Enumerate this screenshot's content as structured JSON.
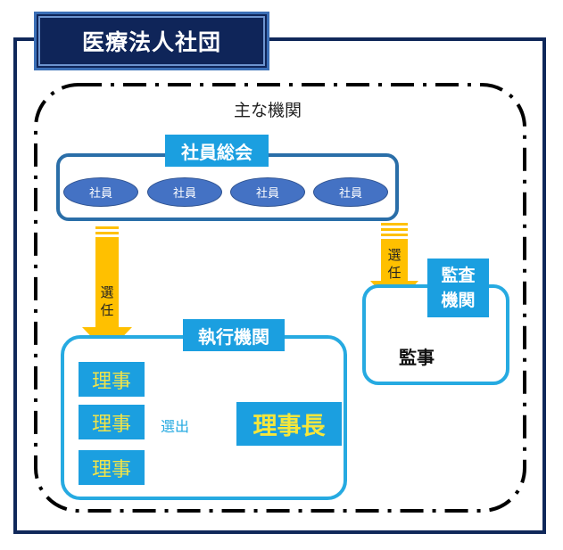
{
  "title": "医療法人社団",
  "main_organs_label": "主な機関",
  "general_meeting": {
    "title": "社員総会",
    "members": [
      "社員",
      "社員",
      "社員",
      "社員"
    ]
  },
  "elect_arrow_left": {
    "line1": "選",
    "line2": "任"
  },
  "elect_arrow_right": {
    "line1": "選",
    "line2": "任"
  },
  "executive": {
    "title": "執行機関",
    "directors": [
      "理事",
      "理事",
      "理事"
    ],
    "select_label": "選出",
    "chair": "理事長"
  },
  "audit": {
    "title_line1": "監査",
    "title_line2": "機関",
    "auditor": "監事"
  },
  "colors": {
    "navy": "#10285a",
    "accent_blue": "#1b9fe0",
    "arrow_yellow": "#ffc000",
    "member_blue": "#4472c4",
    "director_text": "#f0e34a"
  }
}
